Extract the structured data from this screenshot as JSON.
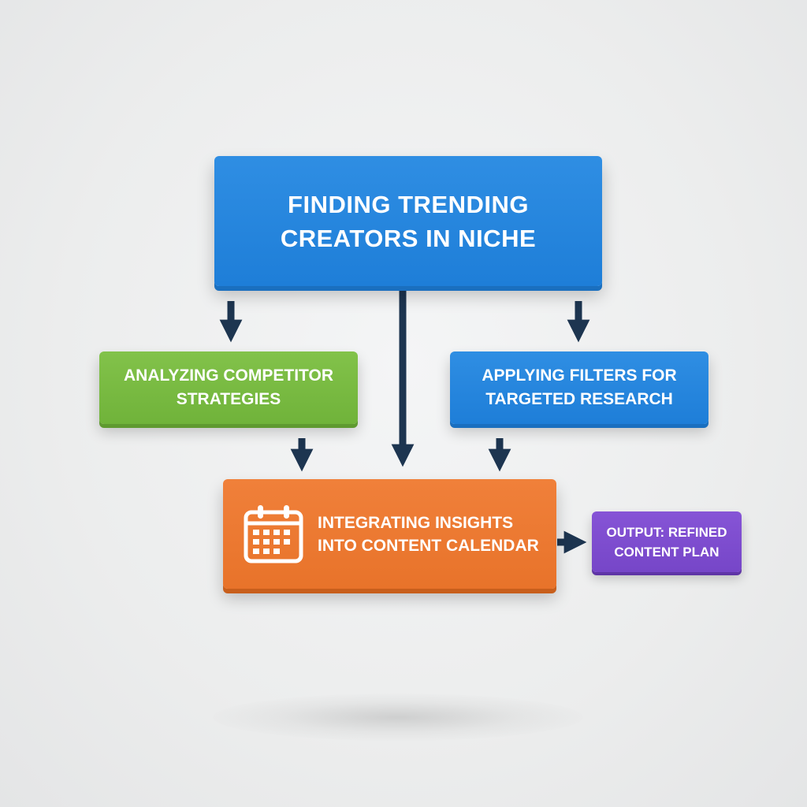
{
  "nodes": {
    "top": {
      "label": "FINDING TRENDING CREATORS IN NICHE"
    },
    "left": {
      "label": "ANALYZING COMPETITOR STRATEGIES"
    },
    "right": {
      "label": "APPLYING FILTERS FOR TARGETED RESEARCH"
    },
    "center": {
      "label": "INTEGRATING INSIGHTS INTO CONTENT CALENDAR",
      "icon": "calendar-icon"
    },
    "output": {
      "label": "OUTPUT: REFINED CONTENT PLAN"
    }
  },
  "colors": {
    "blue": "#2184db",
    "green": "#77b83f",
    "orange": "#ec7830",
    "purple": "#7e4ecf",
    "arrow": "#1d3550",
    "background": "#eeefef"
  }
}
